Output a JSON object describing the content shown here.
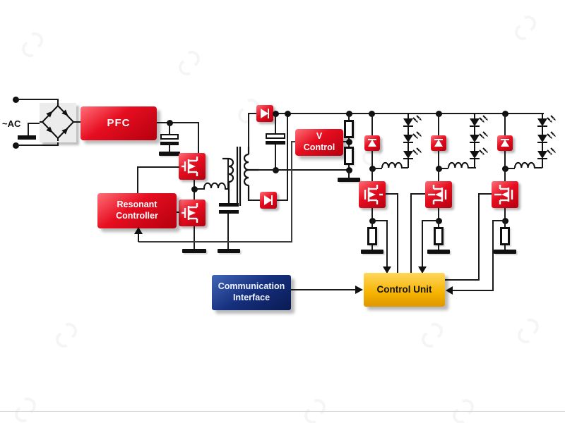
{
  "input": {
    "label": "~AC"
  },
  "blocks": {
    "pfc": "PFC",
    "resonant_controller": "Resonant\nController",
    "v_control": "V\nControl",
    "communication_interface": "Communication\nInterface",
    "control_unit": "Control Unit"
  },
  "colors": {
    "block_red": "#e60e20",
    "block_blue": "#16307f",
    "block_yellow": "#f6b300",
    "wire_black": "#1a1a1a",
    "bridge_gray": "#ececec"
  },
  "icons": [
    "bridge-rectifier-icon",
    "mosfet-icon",
    "diode-icon",
    "led-string-icon",
    "transformer-icon",
    "inductor-icon",
    "capacitor-icon",
    "resistor-icon",
    "ground-icon",
    "junction-dot",
    "arrowhead",
    "watermark-swirl"
  ]
}
